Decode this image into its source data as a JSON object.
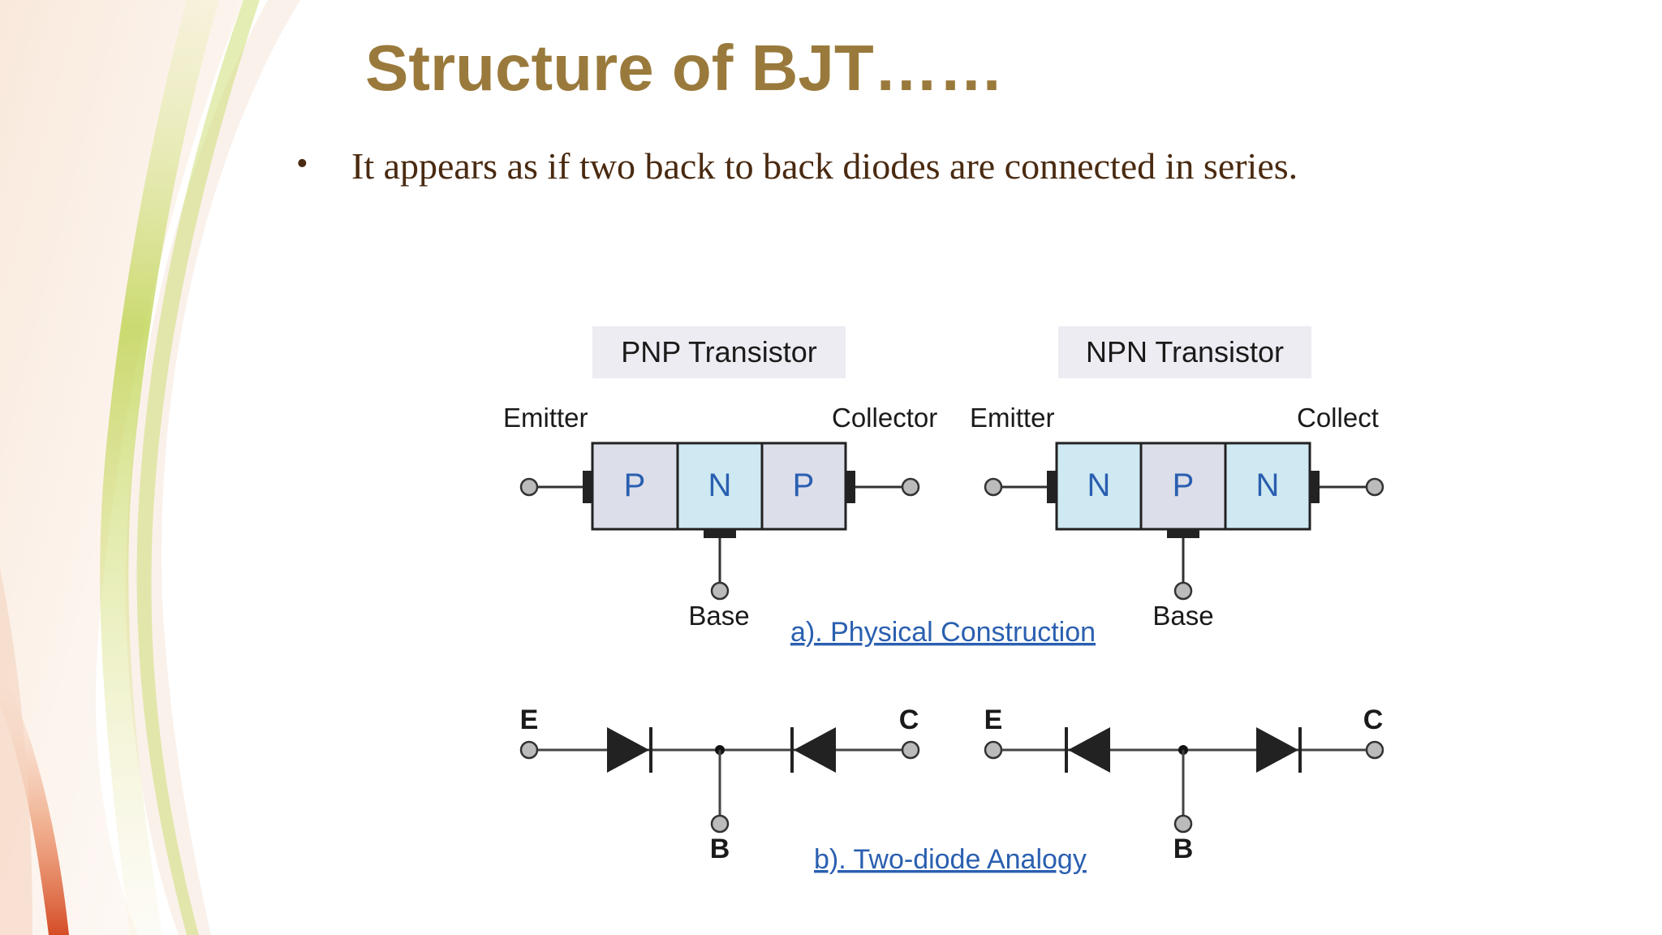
{
  "slide": {
    "title": "Structure of BJT……",
    "bullet_symbol": "•",
    "bullet_text": "It appears as if two back to back diodes are connected in series."
  },
  "diagram": {
    "pnp": {
      "title": "PNP Transistor",
      "emitter_label": "Emitter",
      "collector_label": "Collector",
      "base_label": "Base",
      "regions": [
        "P",
        "N",
        "P"
      ]
    },
    "npn": {
      "title": "NPN Transistor",
      "emitter_label": "Emitter",
      "collector_label": "Collect",
      "base_label": "Base",
      "regions": [
        "N",
        "P",
        "N"
      ]
    },
    "caption_a": "a).  Physical Construction",
    "caption_b": "b).  Two-diode Analogy",
    "pnp_diode": {
      "e": "E",
      "c": "C",
      "b": "B"
    },
    "npn_diode": {
      "e": "E",
      "c": "C",
      "b": "B"
    }
  },
  "colors": {
    "title": "#9a7a3c",
    "body_text": "#4a2a10",
    "p_region": "#dcdeea",
    "n_region": "#cfe9f2",
    "region_letter": "#2a5fb0",
    "caption": "#2a5fb0",
    "title_box": "#ececf2"
  }
}
